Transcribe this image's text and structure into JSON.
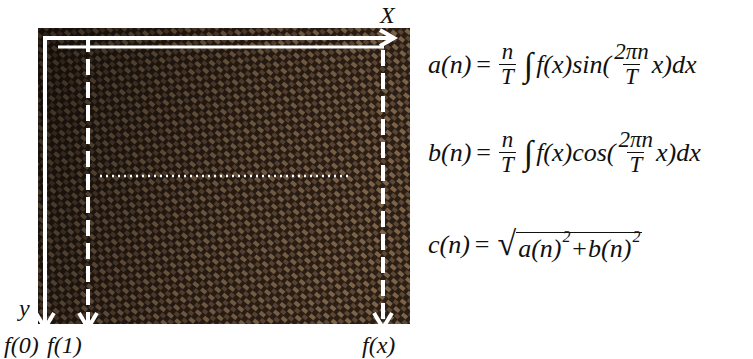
{
  "diagram": {
    "labels": [
      "X",
      "y",
      "f(0)",
      "f(1)",
      "f(x)",
      "a(n)",
      "=",
      "n",
      "T",
      "∫",
      "f(x)sin(",
      "2πn",
      "T",
      "x)dx",
      "b(n)",
      "=",
      "n",
      "T",
      "∫",
      "f(x)cos(",
      "2πn",
      "T",
      "x)dx",
      "c(n)",
      "=",
      "√",
      "a(n)",
      "2",
      "+",
      "b(n)",
      "2"
    ]
  }
}
